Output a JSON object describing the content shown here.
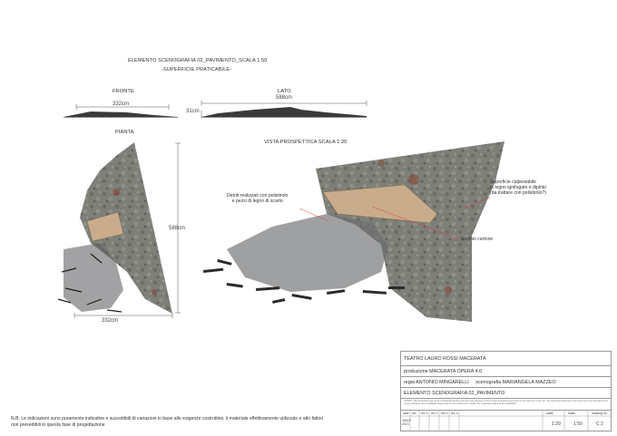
{
  "header": {
    "title": "ELEMENTO SCENOGRAFIA 02_PAVIMENTO_SCALA 1:50",
    "subtitle": "-SUPERFICIE PRATICABILE-"
  },
  "views": {
    "front_label": "FRONTE",
    "side_label": "LATO",
    "plan_label": "PIANTA",
    "perspective_label": "VISTA PROSPETTICA SCALA 1:20"
  },
  "dimensions": {
    "front_width": "332cm",
    "side_length": "588cm",
    "side_height": "31cm",
    "plan_height": "588cm",
    "plan_width": "332cm"
  },
  "annotations": {
    "debris": "Detriti realizzati con polistirolo\ne pezzi di legno di scarto",
    "surface": "Superficie calpestabile\nin legno ignifugato e dipinto\n(da trattare con polistirolo?)",
    "cardboard": "Vecchio cartone"
  },
  "footer_note": "N.B: Le indicazioni sono puramente indicative e suscettibili di variazioni in base alle esigenze costruttive, il materiale effettivamente utilizzato e altri fattori\nnon prevedibili in questa fase di progettazione",
  "title_block": {
    "theatre": "TEATRO LAURO ROSSI MACERATA",
    "production": "produzione MACERATA OPERA 4.0",
    "credits": "regia ANTONIO MINGARELLI     scenografia MARIANGELA MAZZEO",
    "element": "ELEMENTO SCENOGRAFIA 02_PAVIMENTO",
    "rev_headers": [
      "date",
      "rev",
      "rev 1",
      "rev 2",
      "rev 3",
      "rev 4"
    ],
    "scale_headers": [
      "scale",
      "scale",
      "drawing no."
    ],
    "date": "18/02/\n2021",
    "scale_1": "1:20",
    "scale_2": "1:50",
    "drawing_no": "C 2",
    "fineprint": "NOTES: The dimensions are to be considered binding with the sole purpose of the correct functioning and the formal outcome of the set. The technical drawings of the structures are intended to be purely indicative and modifiable depending on the construction needs, the materials used and the availability."
  },
  "colors": {
    "stone": "#7d7f78",
    "stone_dark": "#5f605a",
    "rust": "#8a3e2c",
    "wood": "#c9ac8c",
    "ink": "#333333"
  }
}
